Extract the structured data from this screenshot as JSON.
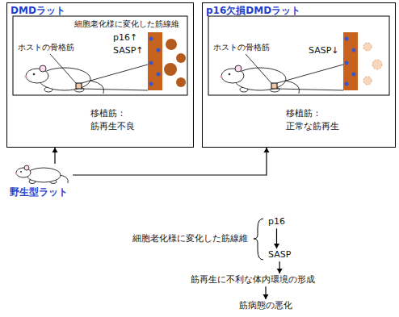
{
  "diagram": {
    "nodes": [
      {
        "text": [
          "DMDラット"
        ]
      },
      {
        "text": [
          "p16欠損DMDラット"
        ]
      },
      {
        "text": [
          "野生型ラット"
        ]
      },
      {
        "text": [
          "細胞老化様に変化した筋線維"
        ]
      },
      {
        "text": [
          "p16"
        ]
      },
      {
        "text": [
          "SASP"
        ]
      },
      {
        "text": [
          "筋再生に不利な体内環境の形成"
        ]
      },
      {
        "text": [
          "筋病態の悪化"
        ]
      }
    ],
    "edges": [
      {
        "from": 2,
        "to": 0,
        "arrow": "to"
      },
      {
        "from": 2,
        "to": 1,
        "arrow": "to"
      },
      {
        "from": 4,
        "to": 5,
        "arrow": "to"
      },
      {
        "from": 5,
        "to": 6,
        "arrow": "to"
      },
      {
        "from": 6,
        "to": 7,
        "arrow": "to"
      }
    ],
    "labels": [
      "細胞老化様に変化した筋線維",
      "ホストの骨格筋",
      "p16↑",
      "SASP↑",
      "移植筋：",
      "筋再生不良",
      "ホストの骨格筋",
      "SASP↓",
      "移植筋：",
      "正常な筋再生"
    ]
  }
}
